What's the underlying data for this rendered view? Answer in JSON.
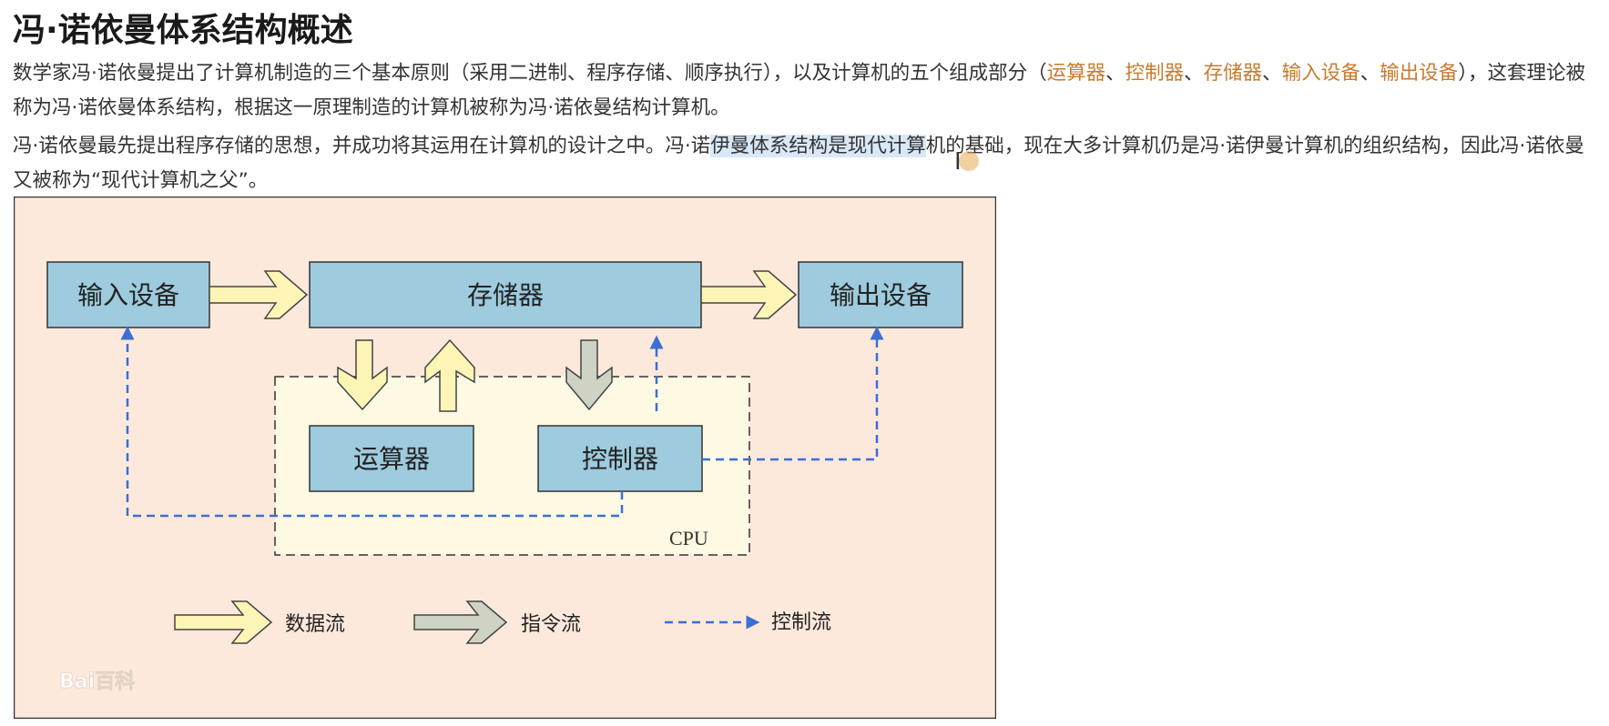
{
  "heading": "冯·诺依曼体系结构概述",
  "paragraph1": {
    "text_before": "数学家冯·诺依曼提出了计算机制造的三个基本原则（采用二进制、程序存储、顺序执行），以及计算机的五个组成部分（",
    "links": [
      "运算器",
      "控制器",
      "存储器",
      "输入设备",
      "输出设备"
    ],
    "separator": "、",
    "text_after": "），这套理论被称为冯·诺依曼体系结构，根据这一原理制造的计算机被称为冯·诺依曼结构计算机。"
  },
  "paragraph2": {
    "text_a": "冯·诺依曼最先提出程序存储的思想，并成功将其运用在计算机的设计之中。冯·诺",
    "text_highlight": "伊曼体系结构是现代计算",
    "text_b": "机的基础，现在大多计算机仍是冯·诺伊曼计算机的组织结构，因此冯·诺依曼又被称为“现代计算机之父”。"
  },
  "figure": {
    "boxes": {
      "input": "输入设备",
      "memory": "存储器",
      "output": "输出设备",
      "alu": "运算器",
      "controller": "控制器",
      "cpu": "CPU"
    },
    "legend": {
      "data_flow": "数据流",
      "instruction_flow": "指令流",
      "control_flow": "控制流"
    },
    "watermark": "Bai百科",
    "colors": {
      "background": "#fde9dc",
      "box": "#9ecbdd",
      "cpu_region": "#fdf9e3",
      "data_arrow": "#fdf5b5",
      "instruction_arrow": "#cfd3c3",
      "control_line": "#3b6fd4",
      "link": "#c87a2d"
    }
  }
}
